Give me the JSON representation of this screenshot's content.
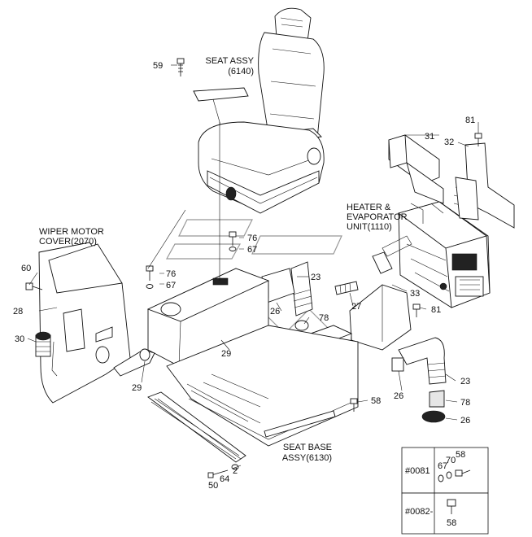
{
  "labels": {
    "seat_assy": [
      "SEAT ASSY",
      "(6140)"
    ],
    "heater": [
      "HEATER &",
      "EVAPORATOR",
      "UNIT(1110)"
    ],
    "wiper": [
      "WIPER MOTOR",
      "COVER(2070)"
    ],
    "seat_base": [
      "SEAT BASE",
      "ASSY(6130)"
    ]
  },
  "callouts": {
    "c59": "59",
    "c31": "31",
    "c81a": "81",
    "c32": "32",
    "c76a": "76",
    "c67a": "67",
    "c76b": "76",
    "c67b": "67",
    "c60": "60",
    "c23a": "23",
    "c28": "28",
    "c26a": "26",
    "c78a": "78",
    "c27": "27",
    "c33": "33",
    "c81b": "81",
    "c30": "30",
    "c29a": "29",
    "c29b": "29",
    "c26b": "26",
    "c23b": "23",
    "c58a": "58",
    "c78b": "78",
    "c26c": "26",
    "c2": "2",
    "c64": "64",
    "c50": "50"
  },
  "variant_table": {
    "rows": [
      {
        "code": "#0081",
        "parts": [
          "67",
          "70",
          "58"
        ]
      },
      {
        "code": "#0082-",
        "parts": [
          "58"
        ]
      }
    ]
  },
  "icons": [
    "seat-icon",
    "heater-unit-icon",
    "duct-icon",
    "bolt-icon",
    "washer-icon",
    "cover-panel-icon",
    "console-box-icon",
    "grille-icon",
    "watermark-logo"
  ]
}
